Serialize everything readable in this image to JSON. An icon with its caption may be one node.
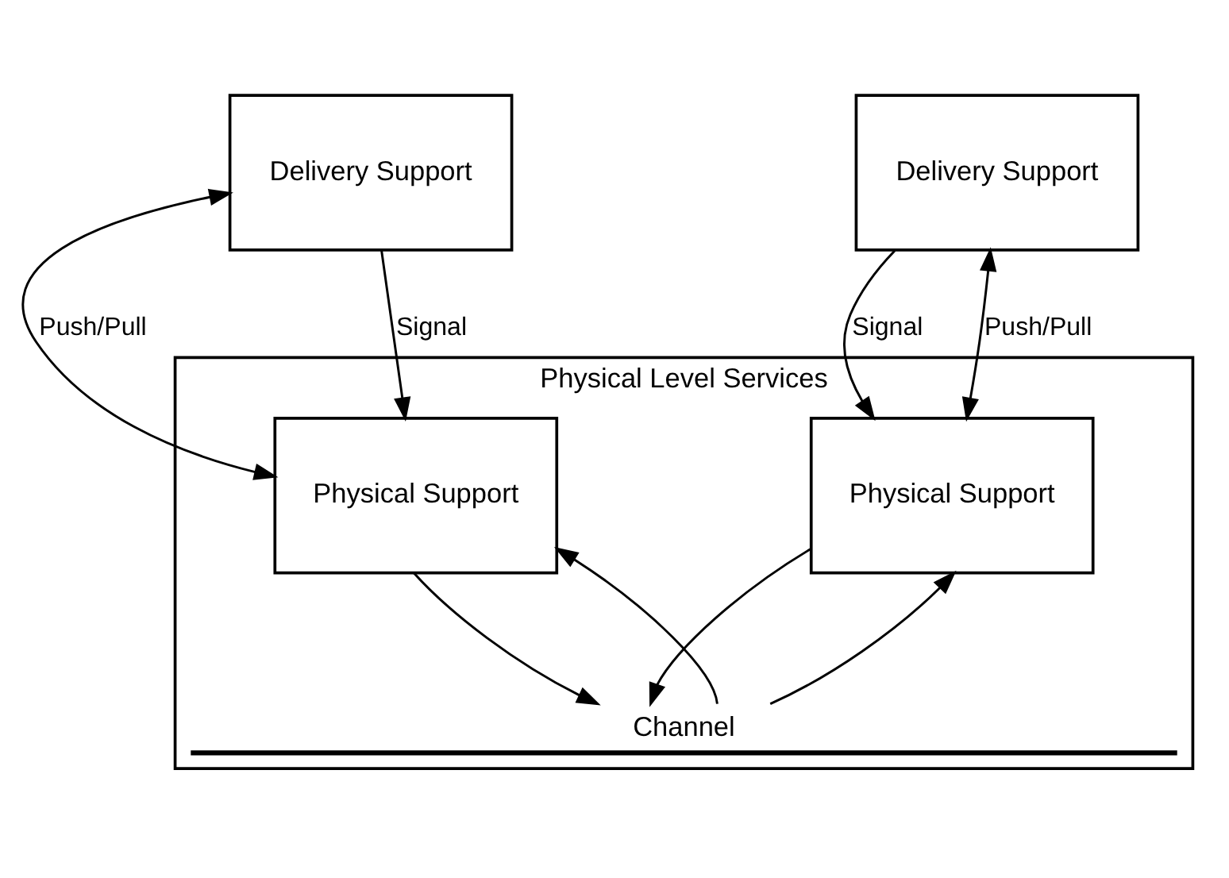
{
  "diagram": {
    "nodes": [
      {
        "text": [
          "Delivery Support"
        ]
      },
      {
        "text": [
          "Delivery Support"
        ]
      },
      {
        "text": [
          "Physical Level Services"
        ]
      },
      {
        "text": [
          "Physical Support"
        ],
        "in": 2
      },
      {
        "text": [
          "Physical Support"
        ],
        "in": 2
      },
      {
        "text": [
          "Channel"
        ],
        "in": 2
      }
    ],
    "edges": [
      {
        "from": 0,
        "to": 3,
        "arrow": "both",
        "label": "Push/Pull"
      },
      {
        "from": 0,
        "to": 3,
        "arrow": "to",
        "label": "Signal"
      },
      {
        "from": 1,
        "to": 4,
        "arrow": "to",
        "label": "Signal"
      },
      {
        "from": 1,
        "to": 4,
        "arrow": "both",
        "label": "Push/Pull"
      },
      {
        "from": 5,
        "to": 3,
        "arrow": "to"
      },
      {
        "from": 3,
        "to": 5,
        "arrow": "to"
      },
      {
        "from": 5,
        "to": 4,
        "arrow": "to"
      },
      {
        "from": 4,
        "to": 5,
        "arrow": "to"
      }
    ]
  }
}
